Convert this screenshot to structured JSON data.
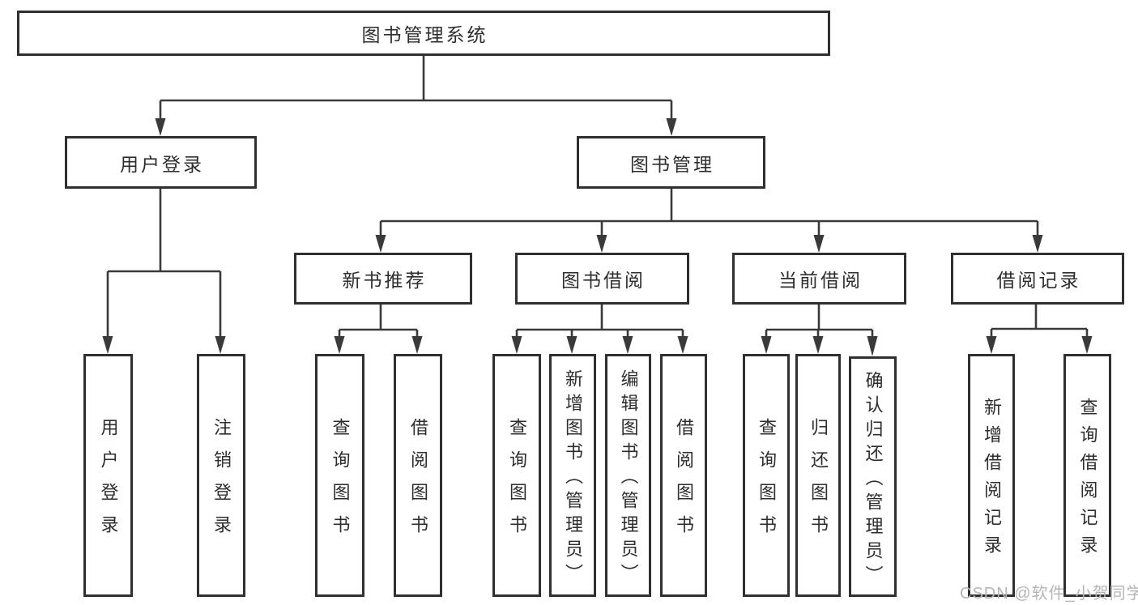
{
  "title": "图书管理系统",
  "watermark": "CSDN @软件_小贺同学",
  "colors": {
    "line": "#3a3a3a",
    "border": "#303030",
    "text": "#2d2d2d",
    "watermark": "#b5b5b5",
    "background": "#ffffff"
  },
  "diagram_type": "hierarchy-tree",
  "level2": [
    {
      "id": "user-login",
      "label": "用户登录",
      "parent": "root"
    },
    {
      "id": "book-management",
      "label": "图书管理",
      "parent": "root"
    }
  ],
  "level3": [
    {
      "id": "new-book-recommend",
      "label": "新书推荐",
      "parent": "book-management"
    },
    {
      "id": "book-borrowing",
      "label": "图书借阅",
      "parent": "book-management"
    },
    {
      "id": "current-borrowing",
      "label": "当前借阅",
      "parent": "book-management"
    },
    {
      "id": "borrow-records",
      "label": "借阅记录",
      "parent": "book-management"
    }
  ],
  "leaves": [
    {
      "id": "user-login-leaf",
      "label": "用户登录",
      "parent": "user-login"
    },
    {
      "id": "logout",
      "label": "注销登录",
      "parent": "user-login"
    },
    {
      "id": "query-books-1",
      "label": "查询图书",
      "parent": "new-book-recommend"
    },
    {
      "id": "borrow-books-1",
      "label": "借阅图书",
      "parent": "new-book-recommend"
    },
    {
      "id": "query-books-2",
      "label": "查询图书",
      "parent": "book-borrowing"
    },
    {
      "id": "add-books-admin",
      "label": "新增图书（管理员）",
      "parent": "book-borrowing"
    },
    {
      "id": "edit-books-admin",
      "label": "编辑图书（管理员）",
      "parent": "book-borrowing"
    },
    {
      "id": "borrow-books-2",
      "label": "借阅图书",
      "parent": "book-borrowing"
    },
    {
      "id": "query-books-3",
      "label": "查询图书",
      "parent": "current-borrowing"
    },
    {
      "id": "return-books",
      "label": "归还图书",
      "parent": "current-borrowing"
    },
    {
      "id": "confirm-return-admin",
      "label": "确认归还（管理员）",
      "parent": "current-borrowing"
    },
    {
      "id": "add-borrow-record",
      "label": "新增借阅记录",
      "parent": "borrow-records"
    },
    {
      "id": "query-borrow-record",
      "label": "查询借阅记录",
      "parent": "borrow-records"
    }
  ]
}
